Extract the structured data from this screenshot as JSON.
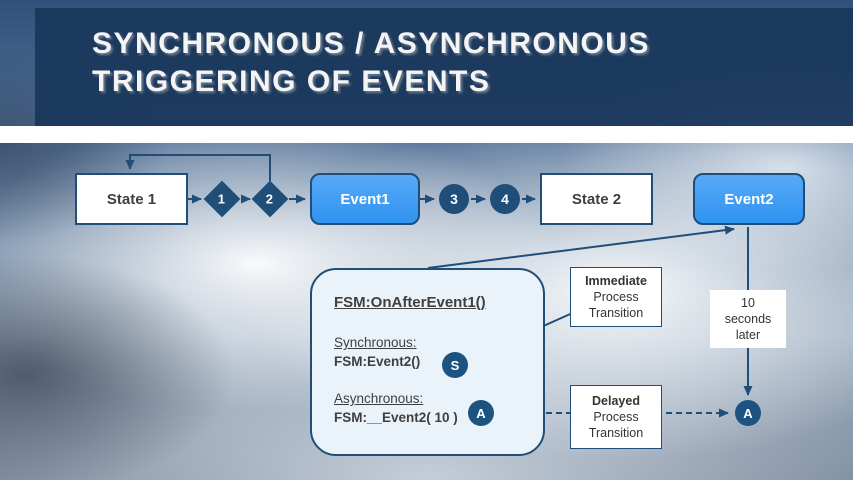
{
  "slide": {
    "title_line1": "SYNCHRONOUS / ASYNCHRONOUS",
    "title_line2": "TRIGGERING OF EVENTS"
  },
  "flow": {
    "state1": "State 1",
    "diamond1": "1",
    "diamond2": "2",
    "event1": "Event1",
    "circle3": "3",
    "circle4": "4",
    "state2": "State 2",
    "event2": "Event2"
  },
  "fsm": {
    "header": "FSM:OnAfterEvent1()",
    "sync_label": "Synchronous:",
    "sync_code": "FSM:Event2()",
    "sync_badge": "S",
    "async_label": "Asynchronous:",
    "async_code": "FSM:__Event2( 10 )",
    "async_badge": "A"
  },
  "annotations": {
    "immediate_line1": "Immediate",
    "immediate_line2": "Process",
    "immediate_line3": "Transition",
    "delay_line1": "10",
    "delay_line2": "seconds",
    "delay_line3": "later",
    "delayed_line1": "Delayed",
    "delayed_line2": "Process",
    "delayed_line3": "Transition",
    "target_badge": "A"
  },
  "colors": {
    "accent": "#1f4e79",
    "event_fill": "#3d9df5",
    "banner": "#1a385c"
  }
}
